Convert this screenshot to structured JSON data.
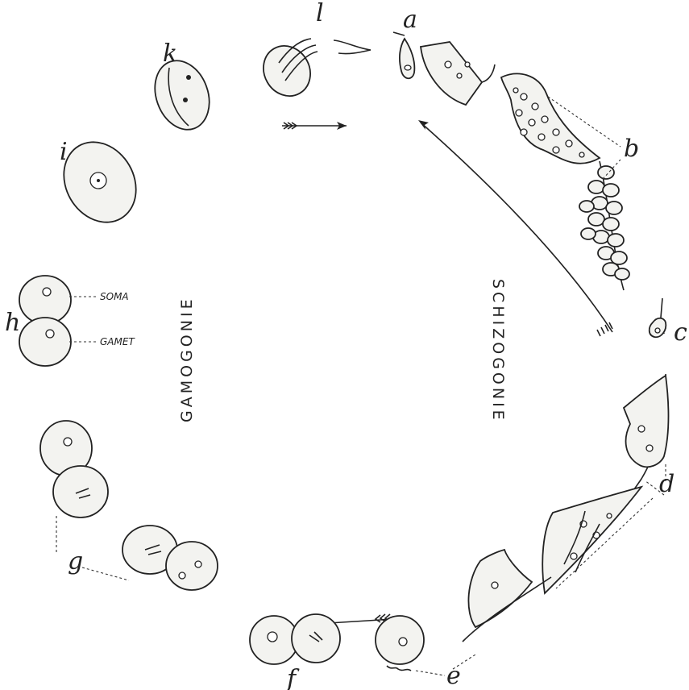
{
  "labels": {
    "a": "a",
    "b": "b",
    "c": "c",
    "d": "d",
    "e": "e",
    "f": "f",
    "g": "g",
    "h": "h",
    "i": "i",
    "k": "k",
    "l": "l"
  },
  "cycle": {
    "left_title": "GAMOGONIE",
    "right_title": "SCHIZOGONIE"
  },
  "h_annotations": {
    "soma": "SOMA",
    "gamet": "GAMET"
  },
  "colors": {
    "ink": "#222222",
    "paper": "#ffffff"
  }
}
